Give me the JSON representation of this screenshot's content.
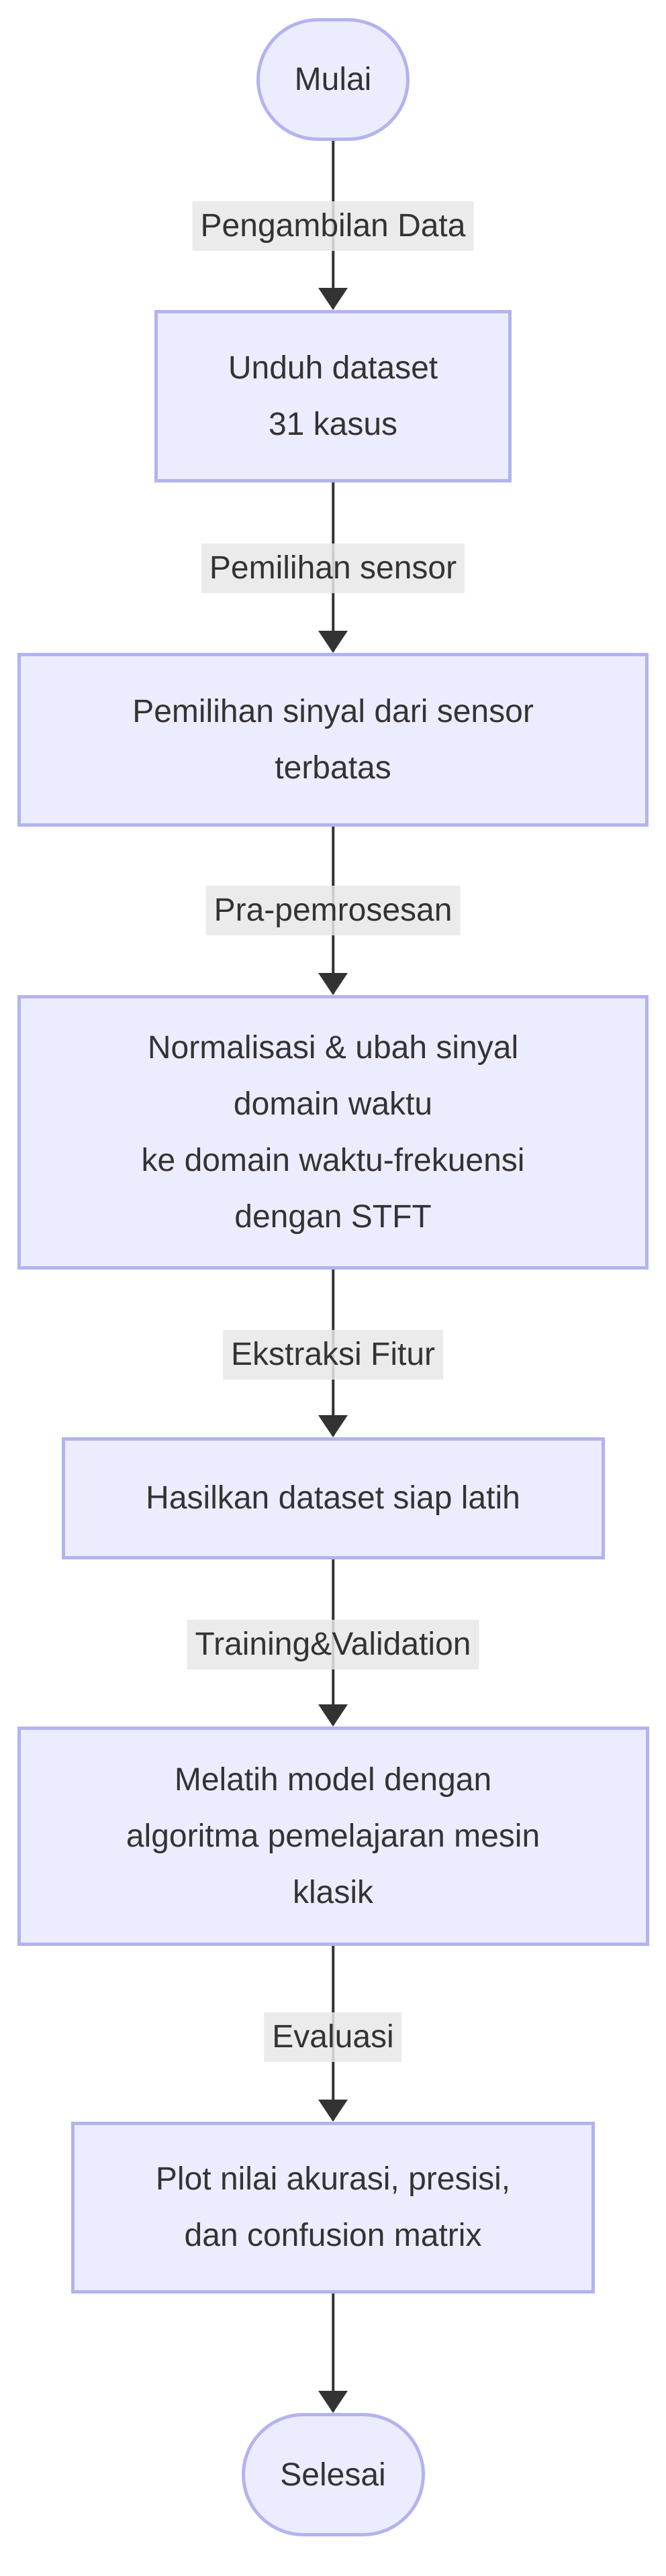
{
  "diagram": {
    "title": "Machine learning workflow flowchart",
    "colors": {
      "background": "#FFFFFF",
      "node_fill": "#ECECFF",
      "node_border": "#B3B3F0",
      "edge_color": "#333333",
      "label_bg": "#E8E8E8",
      "text_color": "#333333"
    },
    "start_node": {
      "label": "Mulai"
    },
    "end_node": {
      "label": "Selesai"
    },
    "steps": [
      {
        "edge_label": "Pengambilan Data",
        "box_lines": [
          "Unduh dataset",
          "31 kasus"
        ]
      },
      {
        "edge_label": "Pemilihan sensor",
        "box_lines": [
          "Pemilihan sinyal dari sensor",
          "terbatas"
        ]
      },
      {
        "edge_label": "Pra-pemrosesan",
        "box_lines": [
          "Normalisasi & ubah sinyal",
          "domain waktu",
          "ke domain waktu-frekuensi",
          "dengan STFT"
        ]
      },
      {
        "edge_label": "Ekstraksi Fitur",
        "box_lines": [
          "Hasilkan dataset siap latih"
        ]
      },
      {
        "edge_label": "Training&Validation",
        "box_lines": [
          "Melatih model dengan",
          "algoritma pemelajaran mesin",
          "klasik"
        ]
      },
      {
        "edge_label": "Evaluasi",
        "box_lines": [
          "Plot nilai akurasi, presisi,",
          "dan confusion matrix"
        ]
      }
    ]
  }
}
